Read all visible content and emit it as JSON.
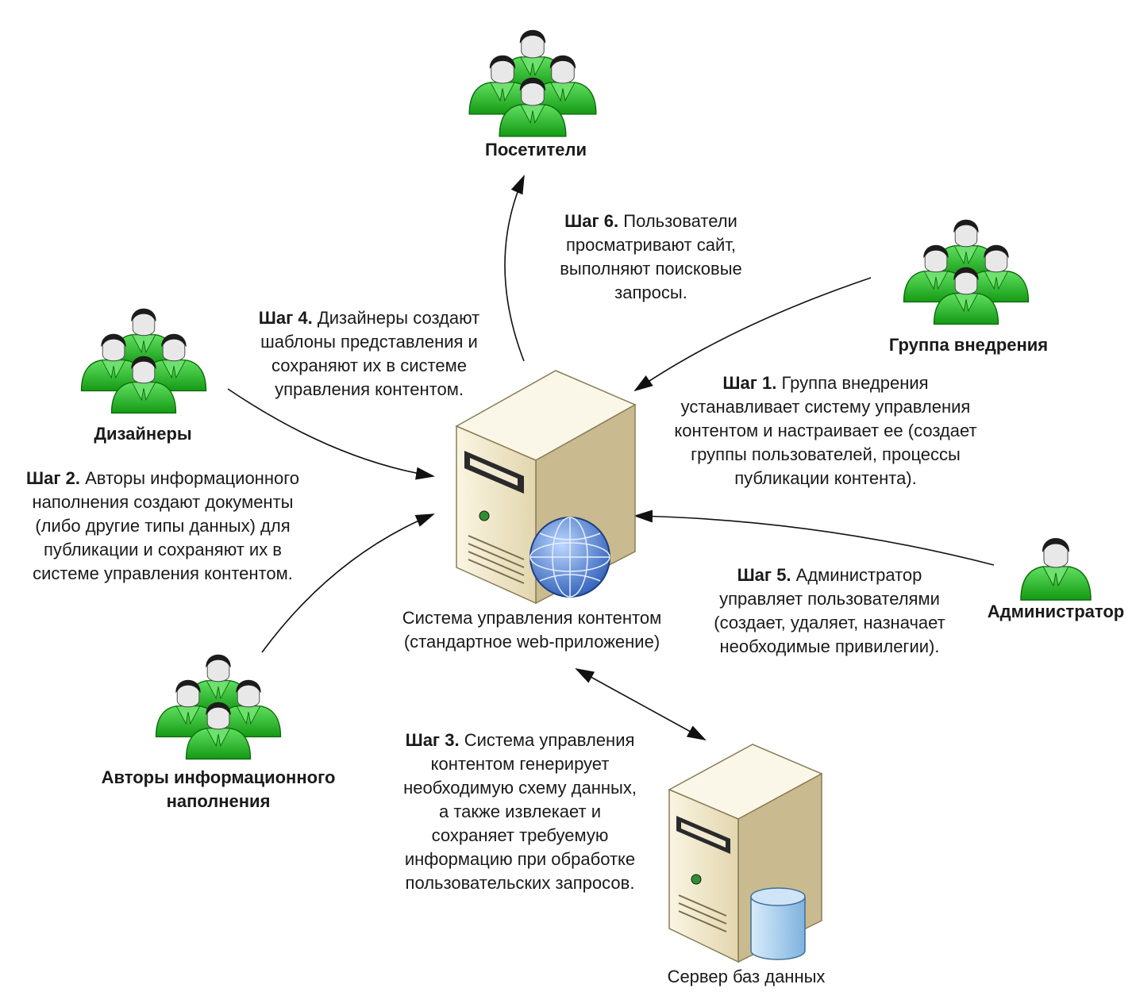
{
  "colors": {
    "person_fill": "#2db82d",
    "person_dark": "#0f7a0f",
    "head": "#1a1a1a",
    "face": "#ececec",
    "server_fill": "#ece3c4",
    "server_side": "#b8ab84",
    "globe": "#4f86d6",
    "db": "#9cc8ea",
    "arrow": "#111111"
  },
  "actors": {
    "visitors": {
      "label": "Посетители",
      "icon": "user-group-icon"
    },
    "implementation_group": {
      "label": "Группа внедрения",
      "icon": "user-group-icon"
    },
    "designers": {
      "label": "Дизайнеры",
      "icon": "user-group-icon"
    },
    "authors": {
      "label_lines": [
        "Авторы информационного",
        "наполнения"
      ],
      "icon": "user-group-icon"
    },
    "administrator": {
      "label": "Администратор",
      "icon": "user-icon"
    }
  },
  "servers": {
    "cms": {
      "label_lines": [
        "Система управления контентом",
        "(стандартное web-приложение)"
      ],
      "icon": "web-server-icon"
    },
    "db": {
      "label": "Сервер баз данных",
      "icon": "database-server-icon"
    }
  },
  "steps": {
    "step1": {
      "title": "Шаг 1.",
      "lines": [
        "Группа внедрения",
        "устанавливает систему управления",
        "контентом и настраивает ее (создает",
        "группы пользователей, процессы",
        "публикации контента)."
      ]
    },
    "step2": {
      "title": "Шаг 2.",
      "lines": [
        "Авторы информационного",
        "наполнения создают документы",
        "(либо другие типы данных) для",
        "публикации и сохраняют их в",
        "системе управления контентом."
      ]
    },
    "step3": {
      "title": "Шаг 3.",
      "lines": [
        "Система управления",
        "контентом генерирует",
        "необходимую схему данных,",
        "а также извлекает и",
        "сохраняет требуемую",
        "информацию при обработке",
        "пользовательских запросов."
      ]
    },
    "step4": {
      "title": "Шаг 4.",
      "lines": [
        "Дизайнеры создают",
        "шаблоны представления и",
        "сохраняют их в системе",
        "управления контентом."
      ]
    },
    "step5": {
      "title": "Шаг 5.",
      "lines": [
        "Администратор",
        "управляет пользователями",
        "(создает, удаляет, назначает",
        "необходимые привилегии)."
      ]
    },
    "step6": {
      "title": "Шаг 6.",
      "lines": [
        "Пользователи",
        "просматривают сайт,",
        "выполняют поисковые",
        "запросы."
      ]
    }
  }
}
